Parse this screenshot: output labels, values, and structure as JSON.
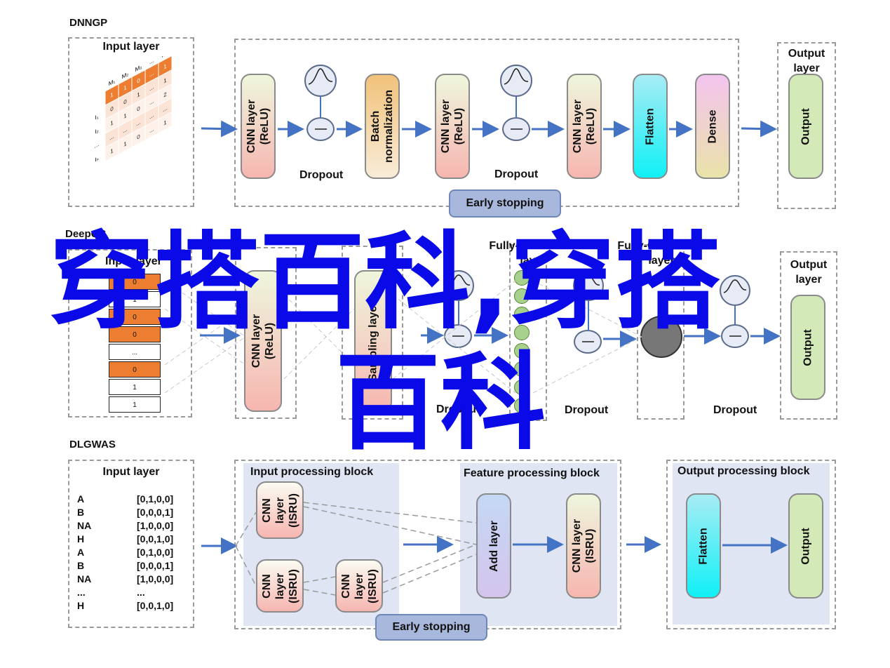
{
  "sections": {
    "dnngp": "DNNGP",
    "deepgs": "DeepGS",
    "dlgwas": "DLGWAS"
  },
  "dnngp": {
    "input_title": "Input layer",
    "matrix_header": [
      "M₁",
      "M₂",
      "M₃",
      "...",
      "Mₙ"
    ],
    "matrix_rows": [
      "I₁",
      "I₂",
      "...",
      "Iₙ"
    ],
    "matrix_values": [
      "1",
      "1",
      "0",
      "...",
      "1",
      "0",
      "0",
      "1",
      "...",
      "1",
      "1",
      "1",
      "0",
      "...",
      "2",
      "...",
      "...",
      "...",
      "...",
      "...",
      "1",
      "1",
      "0",
      "...",
      "1"
    ],
    "cnn1": "CNN layer\n(ReLU)",
    "batch_norm": "Batch\nnormalization",
    "cnn2": "CNN layer\n(ReLU)",
    "cnn3": "CNN layer\n(ReLU)",
    "flatten": "Flatten",
    "dense": "Dense",
    "dropout1": "Dropout",
    "dropout2": "Dropout",
    "early_stopping": "Early stopping",
    "output_title": "Output\nlayer",
    "output": "Output"
  },
  "deepgs": {
    "input_title": "Input layer",
    "cells": [
      "0",
      "1",
      "0",
      "0",
      "...",
      "0",
      "1",
      "1"
    ],
    "cnn": "CNN layer\n(ReLU)",
    "sampling": "Sampling layer",
    "fc1_title": "Fully-Connected\nlayer",
    "fc2_title": "Fully-Connected\nlayer",
    "dropout1": "Dropout",
    "dropout2": "Dropout",
    "dropout3": "Dropout",
    "output_title": "Output\nlayer",
    "output": "Output"
  },
  "dlgwas": {
    "input_title": "Input layer",
    "rows": [
      {
        "base": "A",
        "code": "[0,1,0,0]"
      },
      {
        "base": "B",
        "code": "[0,0,0,1]"
      },
      {
        "base": "NA",
        "code": "[1,0,0,0]"
      },
      {
        "base": "H",
        "code": "[0,0,1,0]"
      },
      {
        "base": "A",
        "code": "[0,1,0,0]"
      },
      {
        "base": "B",
        "code": "[0,0,0,1]"
      },
      {
        "base": "NA",
        "code": "[1,0,0,0]"
      },
      {
        "base": "...",
        "code": "..."
      },
      {
        "base": "H",
        "code": "[0,0,1,0]"
      }
    ],
    "input_block_title": "Input processing block",
    "feature_block_title": "Feature processing block",
    "output_block_title": "Output processing block",
    "cnn_a": "CNN\nlayer\n(ISRU)",
    "cnn_b": "CNN\nlayer\n(ISRU)",
    "cnn_c": "CNN\nlayer\n(ISRU)",
    "add_layer": "Add layer",
    "cnn_d": "CNN layer\n(ISRU)",
    "flatten": "Flatten",
    "output": "Output",
    "early_stopping": "Early stopping"
  },
  "watermark": {
    "line1": "穿搭百科,穿搭",
    "line2": "百科"
  },
  "colors": {
    "arrow": "#4472c4",
    "watermark": "#0a0ae8",
    "orange_cell": "#ed7d31"
  }
}
